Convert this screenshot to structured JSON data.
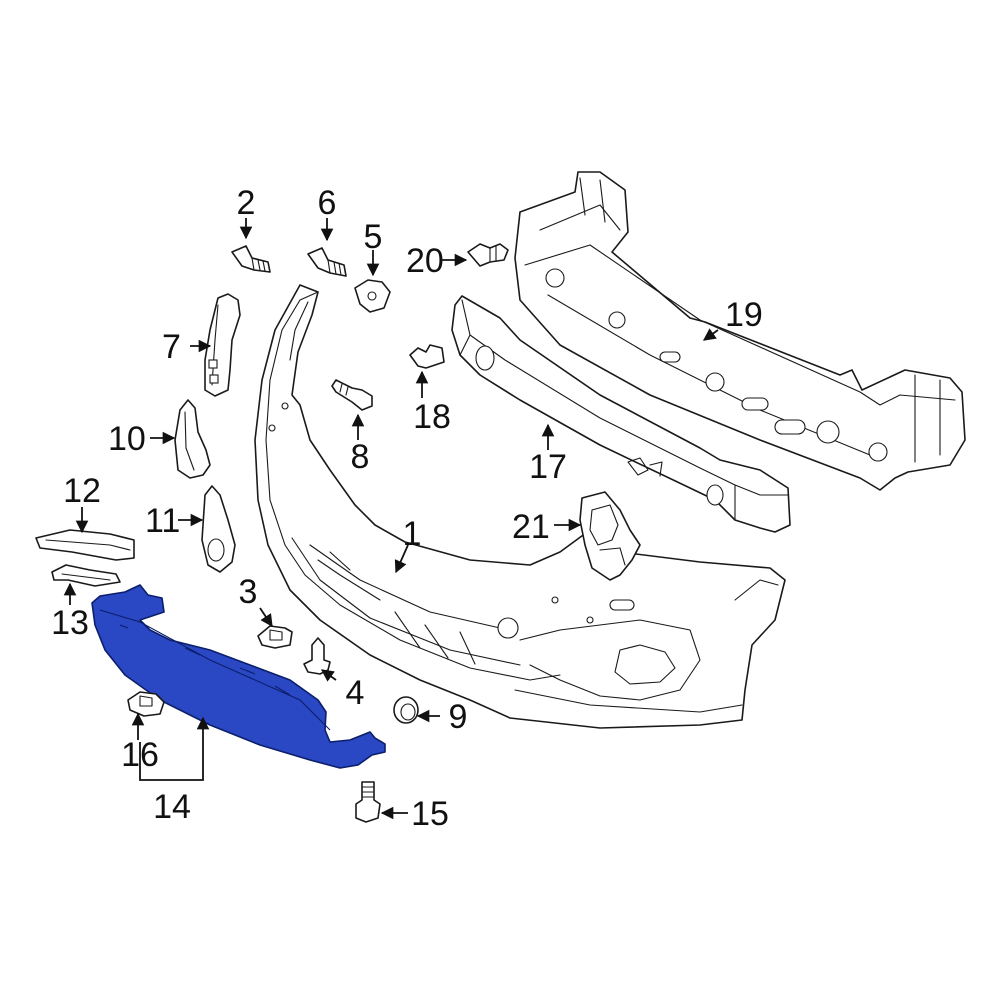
{
  "highlight_color": "#2a47c4",
  "callouts": [
    {
      "id": "1",
      "label": "1"
    },
    {
      "id": "2",
      "label": "2"
    },
    {
      "id": "3",
      "label": "3"
    },
    {
      "id": "4",
      "label": "4"
    },
    {
      "id": "5",
      "label": "5"
    },
    {
      "id": "6",
      "label": "6"
    },
    {
      "id": "7",
      "label": "7"
    },
    {
      "id": "8",
      "label": "8"
    },
    {
      "id": "9",
      "label": "9"
    },
    {
      "id": "10",
      "label": "10"
    },
    {
      "id": "11",
      "label": "11"
    },
    {
      "id": "12",
      "label": "12"
    },
    {
      "id": "13",
      "label": "13"
    },
    {
      "id": "14",
      "label": "14"
    },
    {
      "id": "15",
      "label": "15"
    },
    {
      "id": "16",
      "label": "16"
    },
    {
      "id": "17",
      "label": "17"
    },
    {
      "id": "18",
      "label": "18"
    },
    {
      "id": "19",
      "label": "19"
    },
    {
      "id": "20",
      "label": "20"
    },
    {
      "id": "21",
      "label": "21"
    }
  ],
  "highlighted_part": "14"
}
